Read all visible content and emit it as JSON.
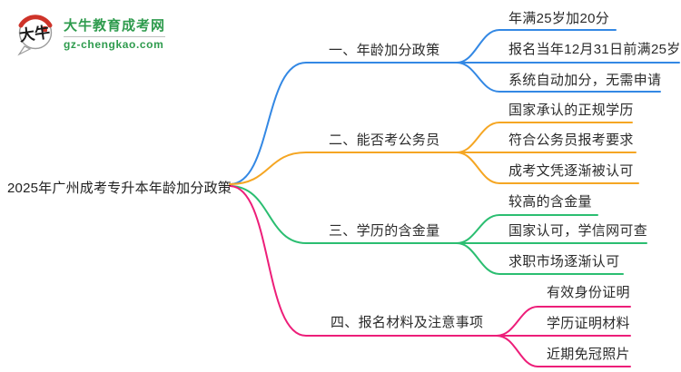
{
  "site": {
    "logo_title": "大牛教育成考网",
    "logo_url": "gz-chengkao.com",
    "logo_mark_text": "大牛",
    "brand_green": "#2e9b4d",
    "brand_red": "#ce3329"
  },
  "mindmap": {
    "root": "2025年广州成考专升本年龄加分政策",
    "branches": [
      {
        "label": "一、年龄加分政策",
        "color": "#3388e4",
        "children": [
          "年满25岁加20分",
          "报名当年12月31日前满25岁",
          "系统自动加分，无需申请"
        ]
      },
      {
        "label": "二、能否考公务员",
        "color": "#f5a623",
        "children": [
          "国家承认的正规学历",
          "符合公务员报考要求",
          "成考文凭逐渐被认可"
        ]
      },
      {
        "label": "三、学历的含金量",
        "color": "#2bbe71",
        "children": [
          "较高的含金量",
          "国家认可，学信网可查",
          "求职市场逐渐认可"
        ]
      },
      {
        "label": "四、报名材料及注意事项",
        "color": "#ed1e79",
        "children": [
          "有效身份证明",
          "学历证明材料",
          "近期免冠照片"
        ]
      }
    ]
  }
}
